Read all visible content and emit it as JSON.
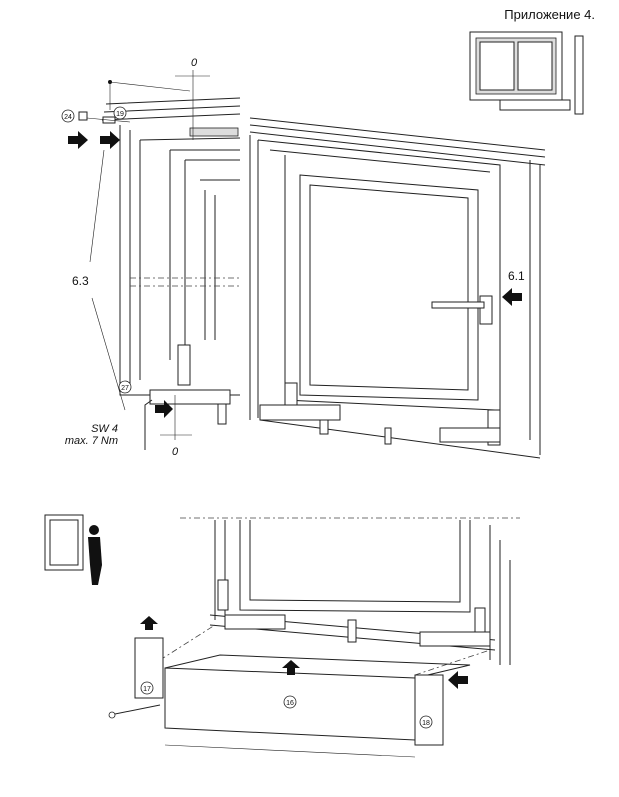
{
  "title": "Приложение 4.",
  "top_figure": {
    "clearance_top": "0",
    "clearance_bottom": "0",
    "part_24": "24",
    "part_19": "19",
    "part_27": "27",
    "step_left": "6.3",
    "step_right": "6.1",
    "tool_size": "SW 4",
    "torque": "max. 7 Nm"
  },
  "bottom_figure": {
    "part_17": "17",
    "part_16": "16",
    "part_18": "18"
  }
}
